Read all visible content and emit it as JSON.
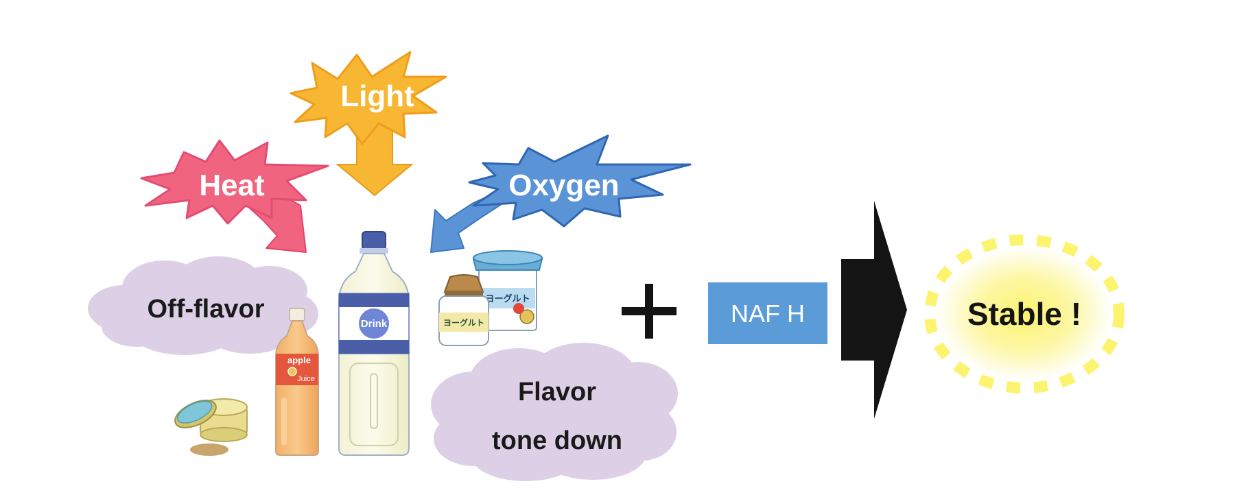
{
  "factors": {
    "heat": {
      "label": "Heat",
      "color": "#f0647f"
    },
    "light": {
      "label": "Light",
      "color": "#f7b733"
    },
    "oxygen": {
      "label": "Oxygen",
      "color": "#5a94d6"
    }
  },
  "problems": {
    "off_flavor": "Off-flavor",
    "flavor_tone_down": {
      "line1": "Flavor",
      "line2": "tone down"
    }
  },
  "products": {
    "drink_label": "Drink",
    "apple_label": "apple",
    "juice_label": "Juice",
    "yogurt_label": "ヨーグルト"
  },
  "plus_sign": "+",
  "ingredient": {
    "label": "NAF H",
    "color": "#5a9bd8"
  },
  "result": {
    "label": "Stable !"
  },
  "colors": {
    "cloud": "#ddd0e6",
    "glow": "#fcf36e",
    "arrow": "#141414"
  }
}
